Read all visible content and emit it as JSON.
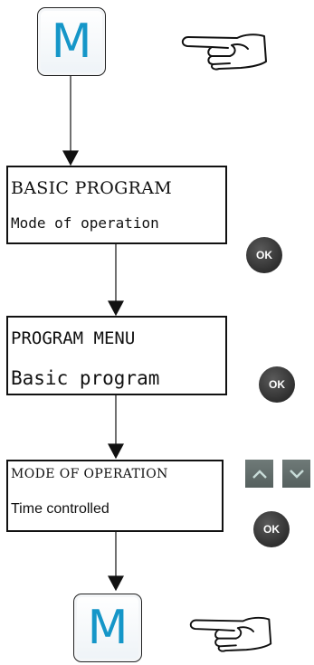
{
  "keys": {
    "menu_top": "M",
    "menu_bottom": "M"
  },
  "screens": [
    {
      "line1": "BASIC PROGRAM",
      "line2": "Mode of operation"
    },
    {
      "line1": "PROGRAM MENU",
      "line2": "Basic program"
    },
    {
      "line1": "MODE OF OPERATION",
      "line2": "Time controlled"
    }
  ],
  "buttons": {
    "ok_label": "OK"
  },
  "icons": {
    "pointer": "pointing-hand-icon",
    "up": "chevron-up-icon",
    "down": "chevron-down-icon"
  },
  "colors": {
    "key_letter": "#1596c8",
    "ok_button": "#333333",
    "nav_button": "#66706e"
  }
}
